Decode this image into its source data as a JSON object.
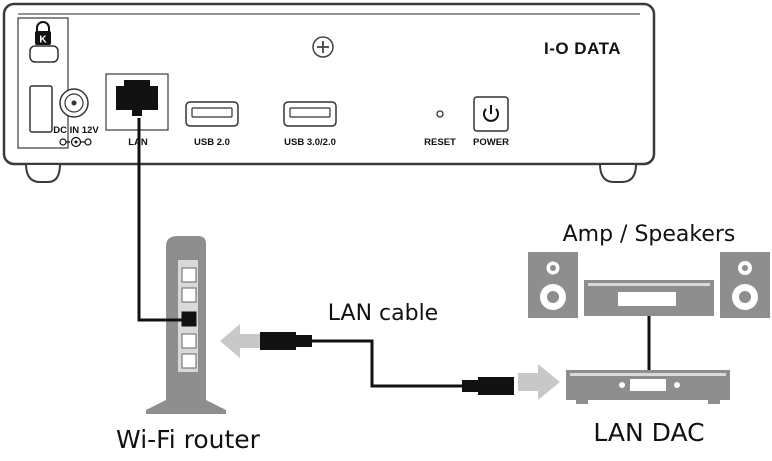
{
  "device": {
    "brand": "I-O DATA",
    "ports": {
      "dc_in": "DC IN 12V",
      "lan": "LAN",
      "usb2": "USB 2.0",
      "usb3": "USB 3.0/2.0",
      "reset": "RESET",
      "power": "POWER"
    }
  },
  "labels": {
    "amp_speakers": "Amp / Speakers",
    "lan_cable": "LAN cable",
    "wifi_router": "Wi-Fi router",
    "lan_dac": "LAN DAC"
  },
  "colors": {
    "line": "#111111",
    "device_border": "#3a3a3a",
    "grey_equipment": "#8e8e8e",
    "light_grey": "#d9d9d9",
    "arrow_grey": "#c8c8c8"
  },
  "icons": [
    "kensington-lock-icon",
    "dc-polarity-icon",
    "power-icon",
    "screw-icon",
    "rj45-port-icon",
    "usb-port-icon"
  ]
}
